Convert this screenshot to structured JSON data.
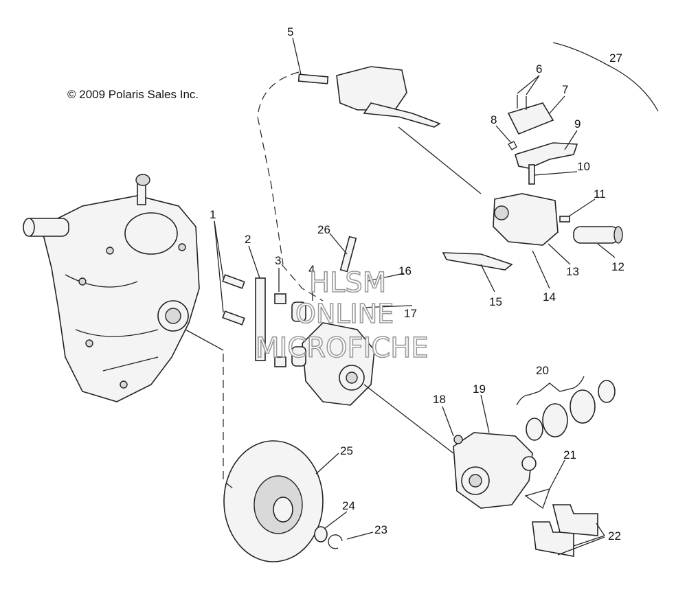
{
  "copyright": "© 2009 Polaris Sales Inc.",
  "watermark": {
    "line1": "HLSM",
    "line2": "ONLINE",
    "line3": "MICROFICHE"
  },
  "callouts": {
    "c1": "1",
    "c2": "2",
    "c3": "3",
    "c4": "4",
    "c5": "5",
    "c6": "6",
    "c7": "7",
    "c8": "8",
    "c9": "9",
    "c10": "10",
    "c11": "11",
    "c12": "12",
    "c13": "13",
    "c14": "14",
    "c15": "15",
    "c16": "16",
    "c17": "17",
    "c18": "18",
    "c19": "19",
    "c20": "20",
    "c21": "21",
    "c22": "22",
    "c23": "23",
    "c24": "24",
    "c25": "25",
    "c26": "26",
    "c27": "27"
  }
}
